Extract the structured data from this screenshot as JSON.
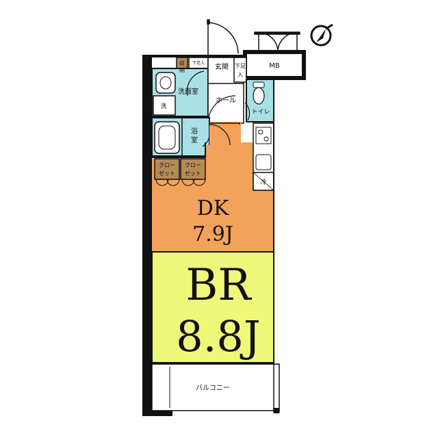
{
  "plan": {
    "rooms": {
      "br_name": "BR",
      "br_size": "8.8J",
      "dk_name": "DK",
      "dk_size": "7.9J",
      "balcony": "バルコニー",
      "storage_a": "収",
      "storage_b": "納",
      "shoe_box_left": "下足入",
      "entrance": "玄関",
      "shoe_box_right_a": "下足",
      "shoe_box_right_b": "入",
      "mb": "MB",
      "washroom": "洗面室",
      "wash": "洗",
      "hall": "ホール",
      "toilet": "トイレ",
      "bath_a": "浴",
      "bath_b": "室",
      "closet1_a": "クロー",
      "closet1_b": "ゼット",
      "closet2_a": "クロー",
      "closet2_b": "ゼット",
      "fridge": "冷"
    },
    "colors": {
      "br": "#f0f87a",
      "dk": "#f2a25a",
      "wet": "#a9e0e6",
      "closet": "#b58a55",
      "wall": "#111111"
    }
  }
}
